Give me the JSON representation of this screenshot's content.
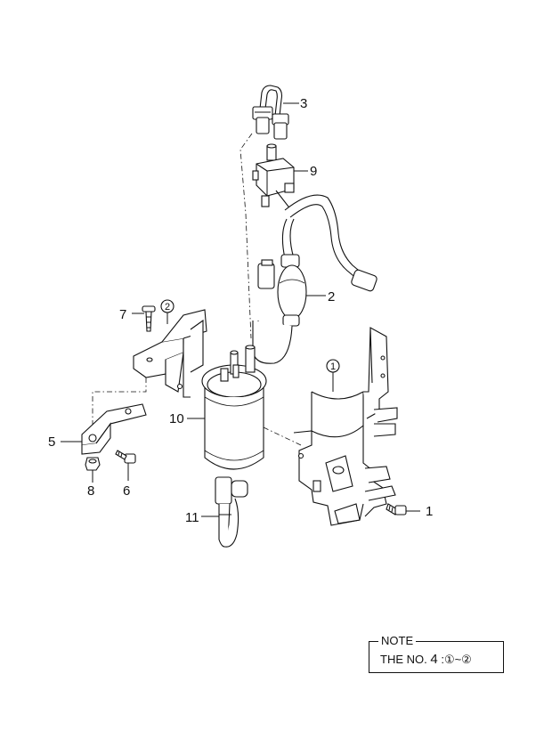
{
  "callouts": [
    {
      "id": "3",
      "label": "3"
    },
    {
      "id": "9",
      "label": "9"
    },
    {
      "id": "2",
      "label": "2"
    },
    {
      "id": "7",
      "label": "7"
    },
    {
      "id": "circ2",
      "label": "2"
    },
    {
      "id": "circ1",
      "label": "1"
    },
    {
      "id": "10",
      "label": "10"
    },
    {
      "id": "5",
      "label": "5"
    },
    {
      "id": "8",
      "label": "8"
    },
    {
      "id": "6",
      "label": "6"
    },
    {
      "id": "11",
      "label": "11"
    },
    {
      "id": "1",
      "label": "1"
    }
  ],
  "note": {
    "title": "NOTE",
    "prefix": "THE NO.",
    "number": "4",
    "range": ":①~②"
  }
}
